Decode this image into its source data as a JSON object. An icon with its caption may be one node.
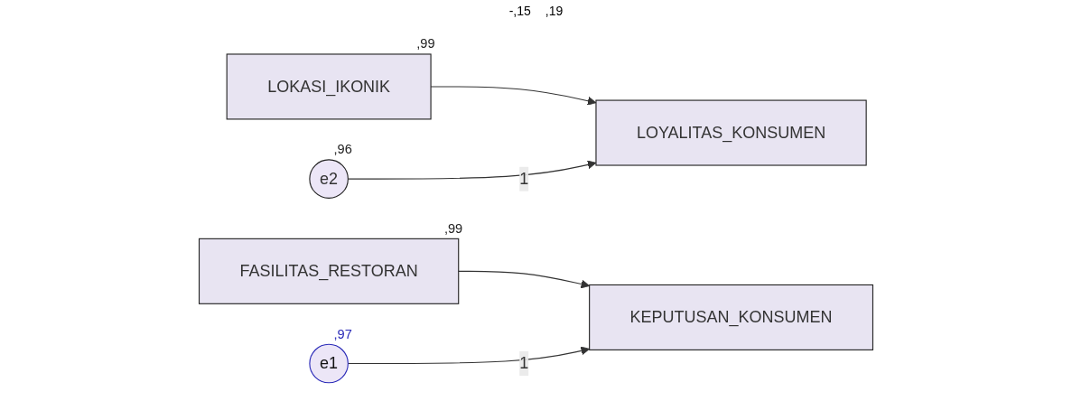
{
  "diagram": {
    "nodes": [
      {
        "text": [
          "LOKASI_IKONIK"
        ],
        "beside": [
          ",99"
        ]
      },
      {
        "text": [
          "KEPUTUSAN_KONSUMEN"
        ]
      },
      {
        "text": [
          "e1"
        ],
        "beside": [
          ",97"
        ]
      },
      {
        "text": [
          "FASILITAS_RESTORAN"
        ],
        "beside": [
          ",99"
        ]
      },
      {
        "text": [
          "LOYALITAS_KONSUMEN"
        ]
      },
      {
        "text": [
          "e2"
        ],
        "beside": [
          ",96"
        ]
      }
    ],
    "edges": [
      {
        "from": 0,
        "to": 4,
        "arrow": "to"
      },
      {
        "from": 3,
        "to": 1,
        "arrow": "to"
      },
      {
        "from": 2,
        "to": 1,
        "arrow": "to",
        "label": "1"
      },
      {
        "from": 5,
        "to": 4,
        "arrow": "to",
        "label": "1"
      }
    ],
    "labels": [
      "-,15",
      ",19"
    ]
  }
}
